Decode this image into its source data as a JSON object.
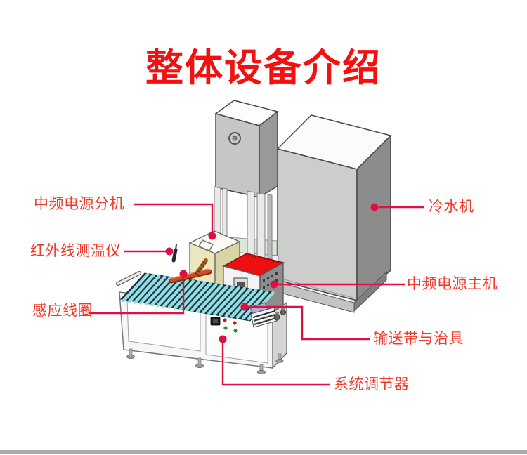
{
  "title": {
    "text": "整体设备介绍"
  },
  "labels": [
    {
      "id": "power-sub-unit",
      "text": "中频电源分机"
    },
    {
      "id": "infrared-thermometer",
      "text": "红外线测温仪"
    },
    {
      "id": "induction-coil",
      "text": "感应线圈"
    },
    {
      "id": "chiller",
      "text": "冷水机"
    },
    {
      "id": "power-main-unit",
      "text": "中频电源主机"
    },
    {
      "id": "conveyor-fixture",
      "text": "输送带与治具"
    },
    {
      "id": "system-regulator",
      "text": "系统调节器"
    }
  ],
  "colors": {
    "title_red": "#f21010",
    "label_red": "#f0392b",
    "leader_crimson": "#dc1043",
    "machine_red_top": "#ee1010",
    "roller_cyan": "#8fdfdf",
    "roller_base_navy": "#233048",
    "chiller_front_gray": "#cdcdcd",
    "chiller_side_gray": "#8c8c8c",
    "sub_unit_beige": "#eae6bd",
    "bottom_bar_gray": "#ababab"
  },
  "equipment_icons": [
    "chiller-cabinet",
    "press-tower",
    "power-sub-unit-box",
    "power-main-unit-box",
    "conveyor-rollers",
    "induction-coil-bar",
    "fixture-tray",
    "control-cabinet",
    "infrared-thermometer-pen",
    "leader-line",
    "leader-dot"
  ]
}
